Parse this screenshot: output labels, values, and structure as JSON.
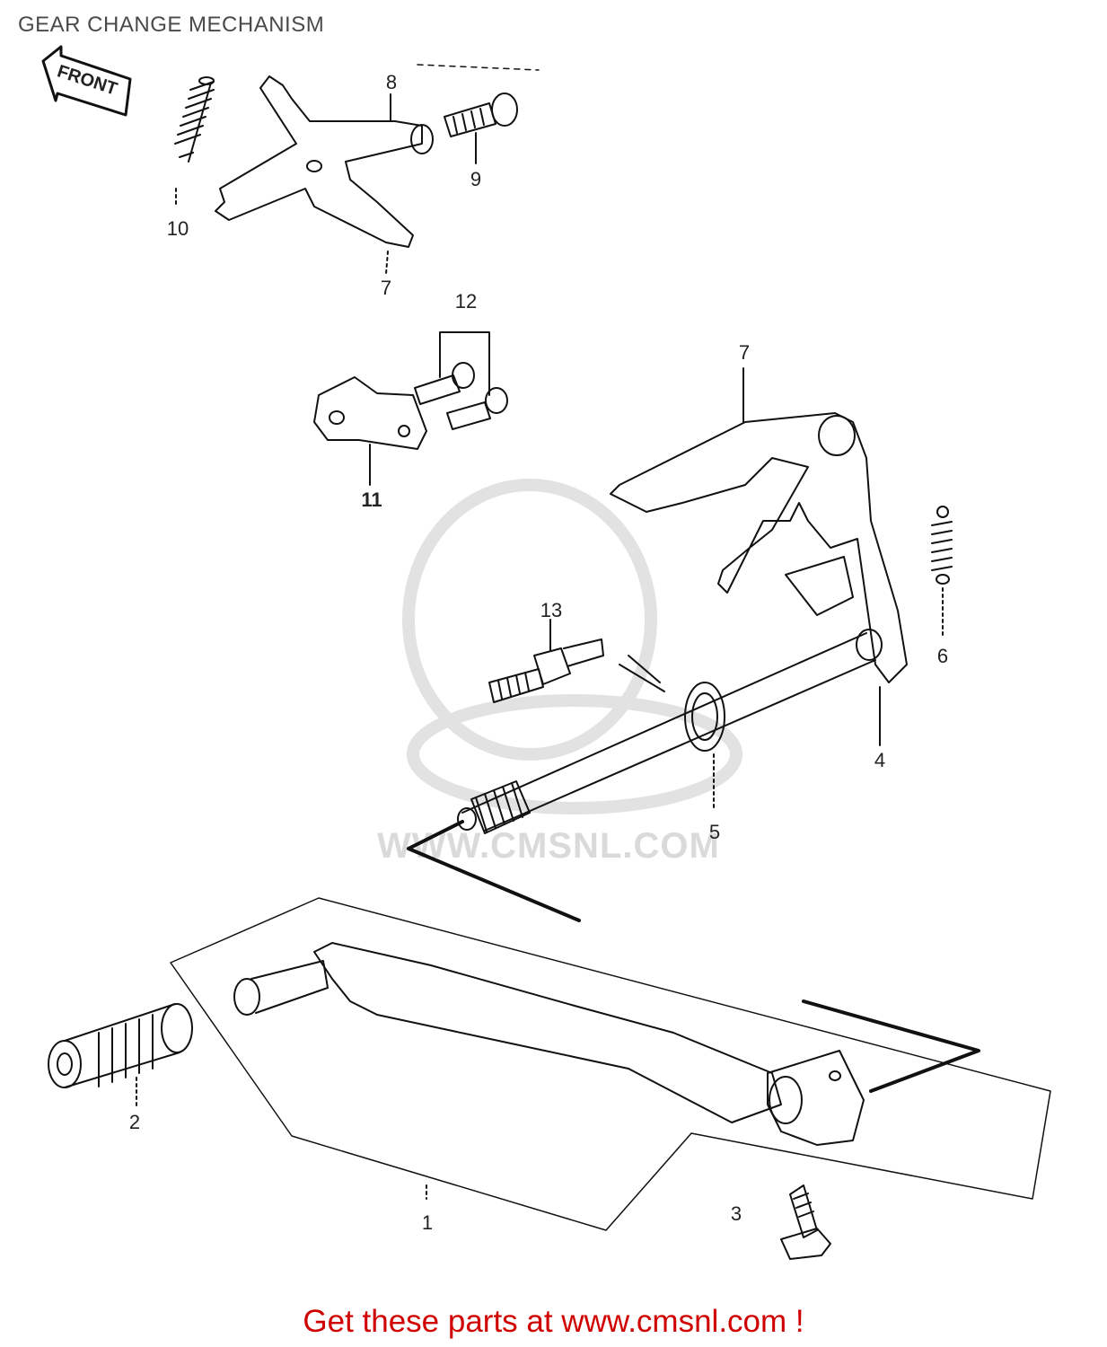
{
  "page": {
    "title": "GEAR CHANGE MECHANISM",
    "footer_link": "Get these parts at www.cmsnl.com !"
  },
  "diagram": {
    "front_arrow": "FRONT",
    "watermark": "WWW.CMSNL.COM",
    "callouts": [
      "1",
      "2",
      "3",
      "4",
      "5",
      "6",
      "7",
      "7",
      "8",
      "9",
      "10",
      "11",
      "12",
      "13"
    ]
  },
  "colors": {
    "footer": "#d00000",
    "title": "#4a4a4a",
    "line": "#111111",
    "watermark": "#dadada"
  }
}
